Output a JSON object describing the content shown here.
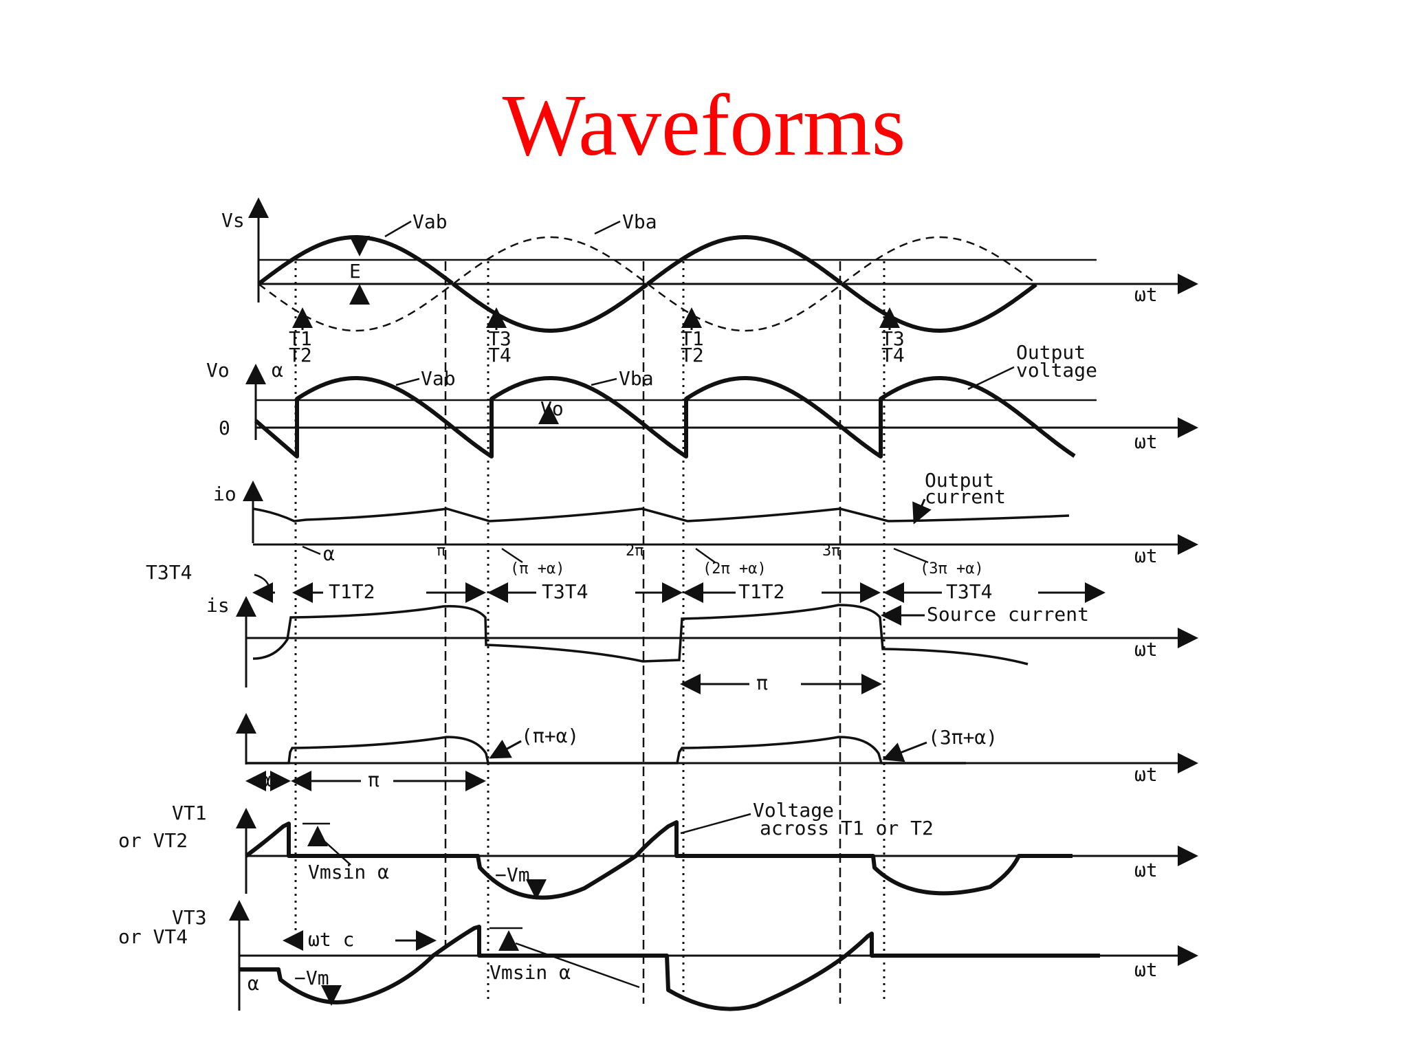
{
  "slide": {
    "title": "Waveforms"
  },
  "panels": {
    "vs": {
      "axis_label": "Vs",
      "x_label": "ωt",
      "curve_labels": [
        "Vab",
        "Vba"
      ],
      "marker_label": "E",
      "gate_labels": [
        "T1",
        "T2",
        "T3",
        "T4",
        "T1",
        "T2",
        "T3",
        "T4"
      ]
    },
    "vo": {
      "axis_label": "Vo",
      "zero_label": "0",
      "alpha_label": "α",
      "curve_labels": [
        "Vab",
        "Vba"
      ],
      "avg_label": "Vo",
      "annotation": [
        "Output",
        "voltage"
      ],
      "x_label": "ωt"
    },
    "io": {
      "axis_label": "io",
      "annotation": [
        "Output",
        "current"
      ],
      "x_label": "ωt",
      "angle_labels": [
        "α",
        "π",
        "(π +α)",
        "2π",
        "(2π +α)",
        "3π",
        "(3π  +α)"
      ]
    },
    "is": {
      "axis_label": "is",
      "pre_label": "T3T4",
      "conduction_labels": [
        "T1T2",
        "T3T4",
        "T1T2",
        "T3T4"
      ],
      "annotation": "Source current",
      "x_label": "ωt",
      "period_label": "π"
    },
    "ithyristor": {
      "labels": [
        "(π+α)",
        "(3π+α)"
      ],
      "alpha_label": "α",
      "period_label": "π",
      "x_label": "ωt"
    },
    "vt1": {
      "axis_label": [
        "VT1",
        "or VT2"
      ],
      "annotation": [
        "Voltage",
        "across T1 or T2"
      ],
      "sin_label": "Vmsin α",
      "neg_label": "−Vm",
      "x_label": "ωt"
    },
    "vt3": {
      "axis_label": [
        "VT3",
        "or VT4"
      ],
      "wtc_label": "ωt c",
      "neg_label": "−Vm",
      "alpha_label": "α",
      "sin_label": "Vmsin α",
      "x_label": "ωt"
    }
  }
}
